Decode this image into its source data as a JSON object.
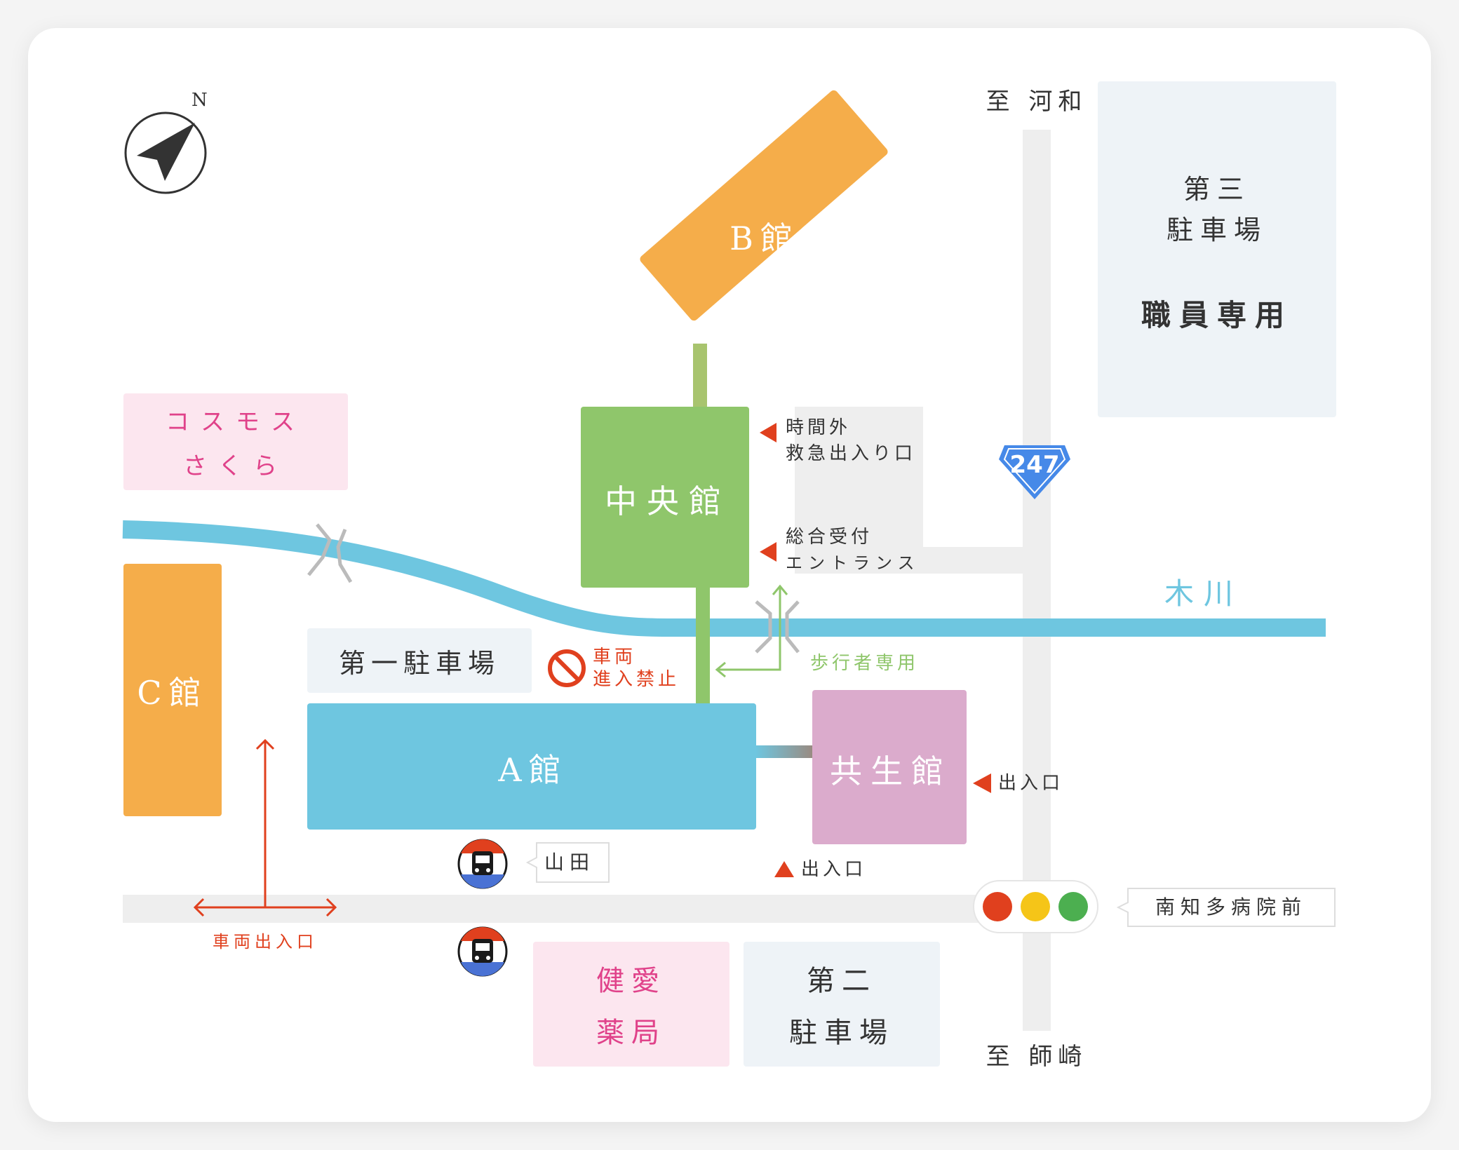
{
  "compass": {
    "north_label": "N"
  },
  "roads": {
    "to_north": "至 河和",
    "to_south": "至 師崎",
    "route_number": "247"
  },
  "river": {
    "label": "木川",
    "color": "#6ec6e0"
  },
  "buildings": {
    "b_kan": "B館",
    "chuo_kan": "中央館",
    "a_kan": "A館",
    "c_kan": "C館",
    "kyosei_kan": "共生館"
  },
  "places": {
    "cosmos": [
      "コスモス",
      "さくら"
    ],
    "kenai": [
      "健愛",
      "薬局"
    ],
    "parking1": "第一駐車場",
    "parking2": [
      "第二",
      "駐車場"
    ],
    "parking3": [
      "第三",
      "駐車場"
    ],
    "parking3_note": "職員専用"
  },
  "entrances": {
    "emergency": [
      "時間外",
      "救急出入り口"
    ],
    "reception": [
      "総合受付",
      "エントランス"
    ],
    "kyosei_side": "出入口",
    "kyosei_bottom": "出入口",
    "vehicle": "車両出入口"
  },
  "signs": {
    "no_entry": [
      "車両",
      "進入禁止"
    ],
    "pedestrian": "歩行者専用"
  },
  "bus_stop": {
    "name": "山田"
  },
  "signal": {
    "name": "南知多病院前"
  },
  "colors": {
    "orange": "#f5ad4a",
    "green": "#8fc66b",
    "blue": "#6ec6e0",
    "purple": "#dbabcc",
    "pink_bg": "#fce6ef",
    "pink_text": "#e0428a",
    "parking_bg": "#eef3f7",
    "red": "#e0401e",
    "road": "#eeeeee"
  }
}
